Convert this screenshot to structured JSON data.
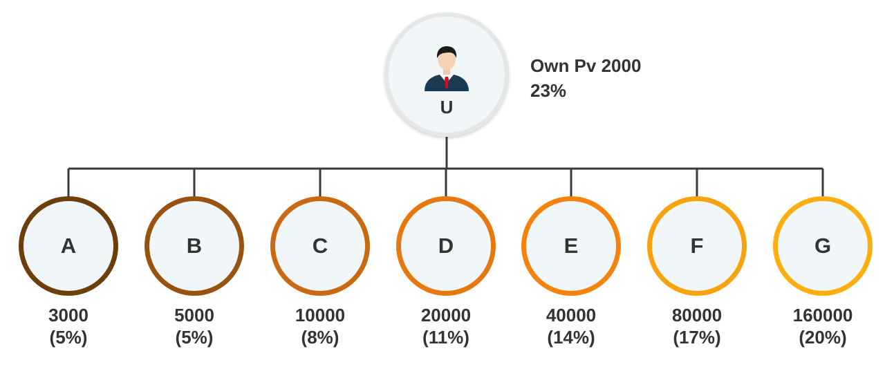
{
  "root": {
    "label": "U",
    "avatar_icon": "businessman-icon",
    "info_line1": "Own Pv 2000",
    "info_line2": "23%"
  },
  "children": [
    {
      "label": "A",
      "value": "3000",
      "percent": "(5%)",
      "color": "#6b3e0b"
    },
    {
      "label": "B",
      "value": "5000",
      "percent": "(5%)",
      "color": "#99520f"
    },
    {
      "label": "C",
      "value": "10000",
      "percent": "(8%)",
      "color": "#c96a12"
    },
    {
      "label": "D",
      "value": "20000",
      "percent": "(11%)",
      "color": "#e6780e"
    },
    {
      "label": "E",
      "value": "40000",
      "percent": "(14%)",
      "color": "#f5820c"
    },
    {
      "label": "F",
      "value": "80000",
      "percent": "(17%)",
      "color": "#f8a20d"
    },
    {
      "label": "G",
      "value": "160000",
      "percent": "(20%)",
      "color": "#fbae0e"
    }
  ],
  "connector_color": "#3a3a3a"
}
